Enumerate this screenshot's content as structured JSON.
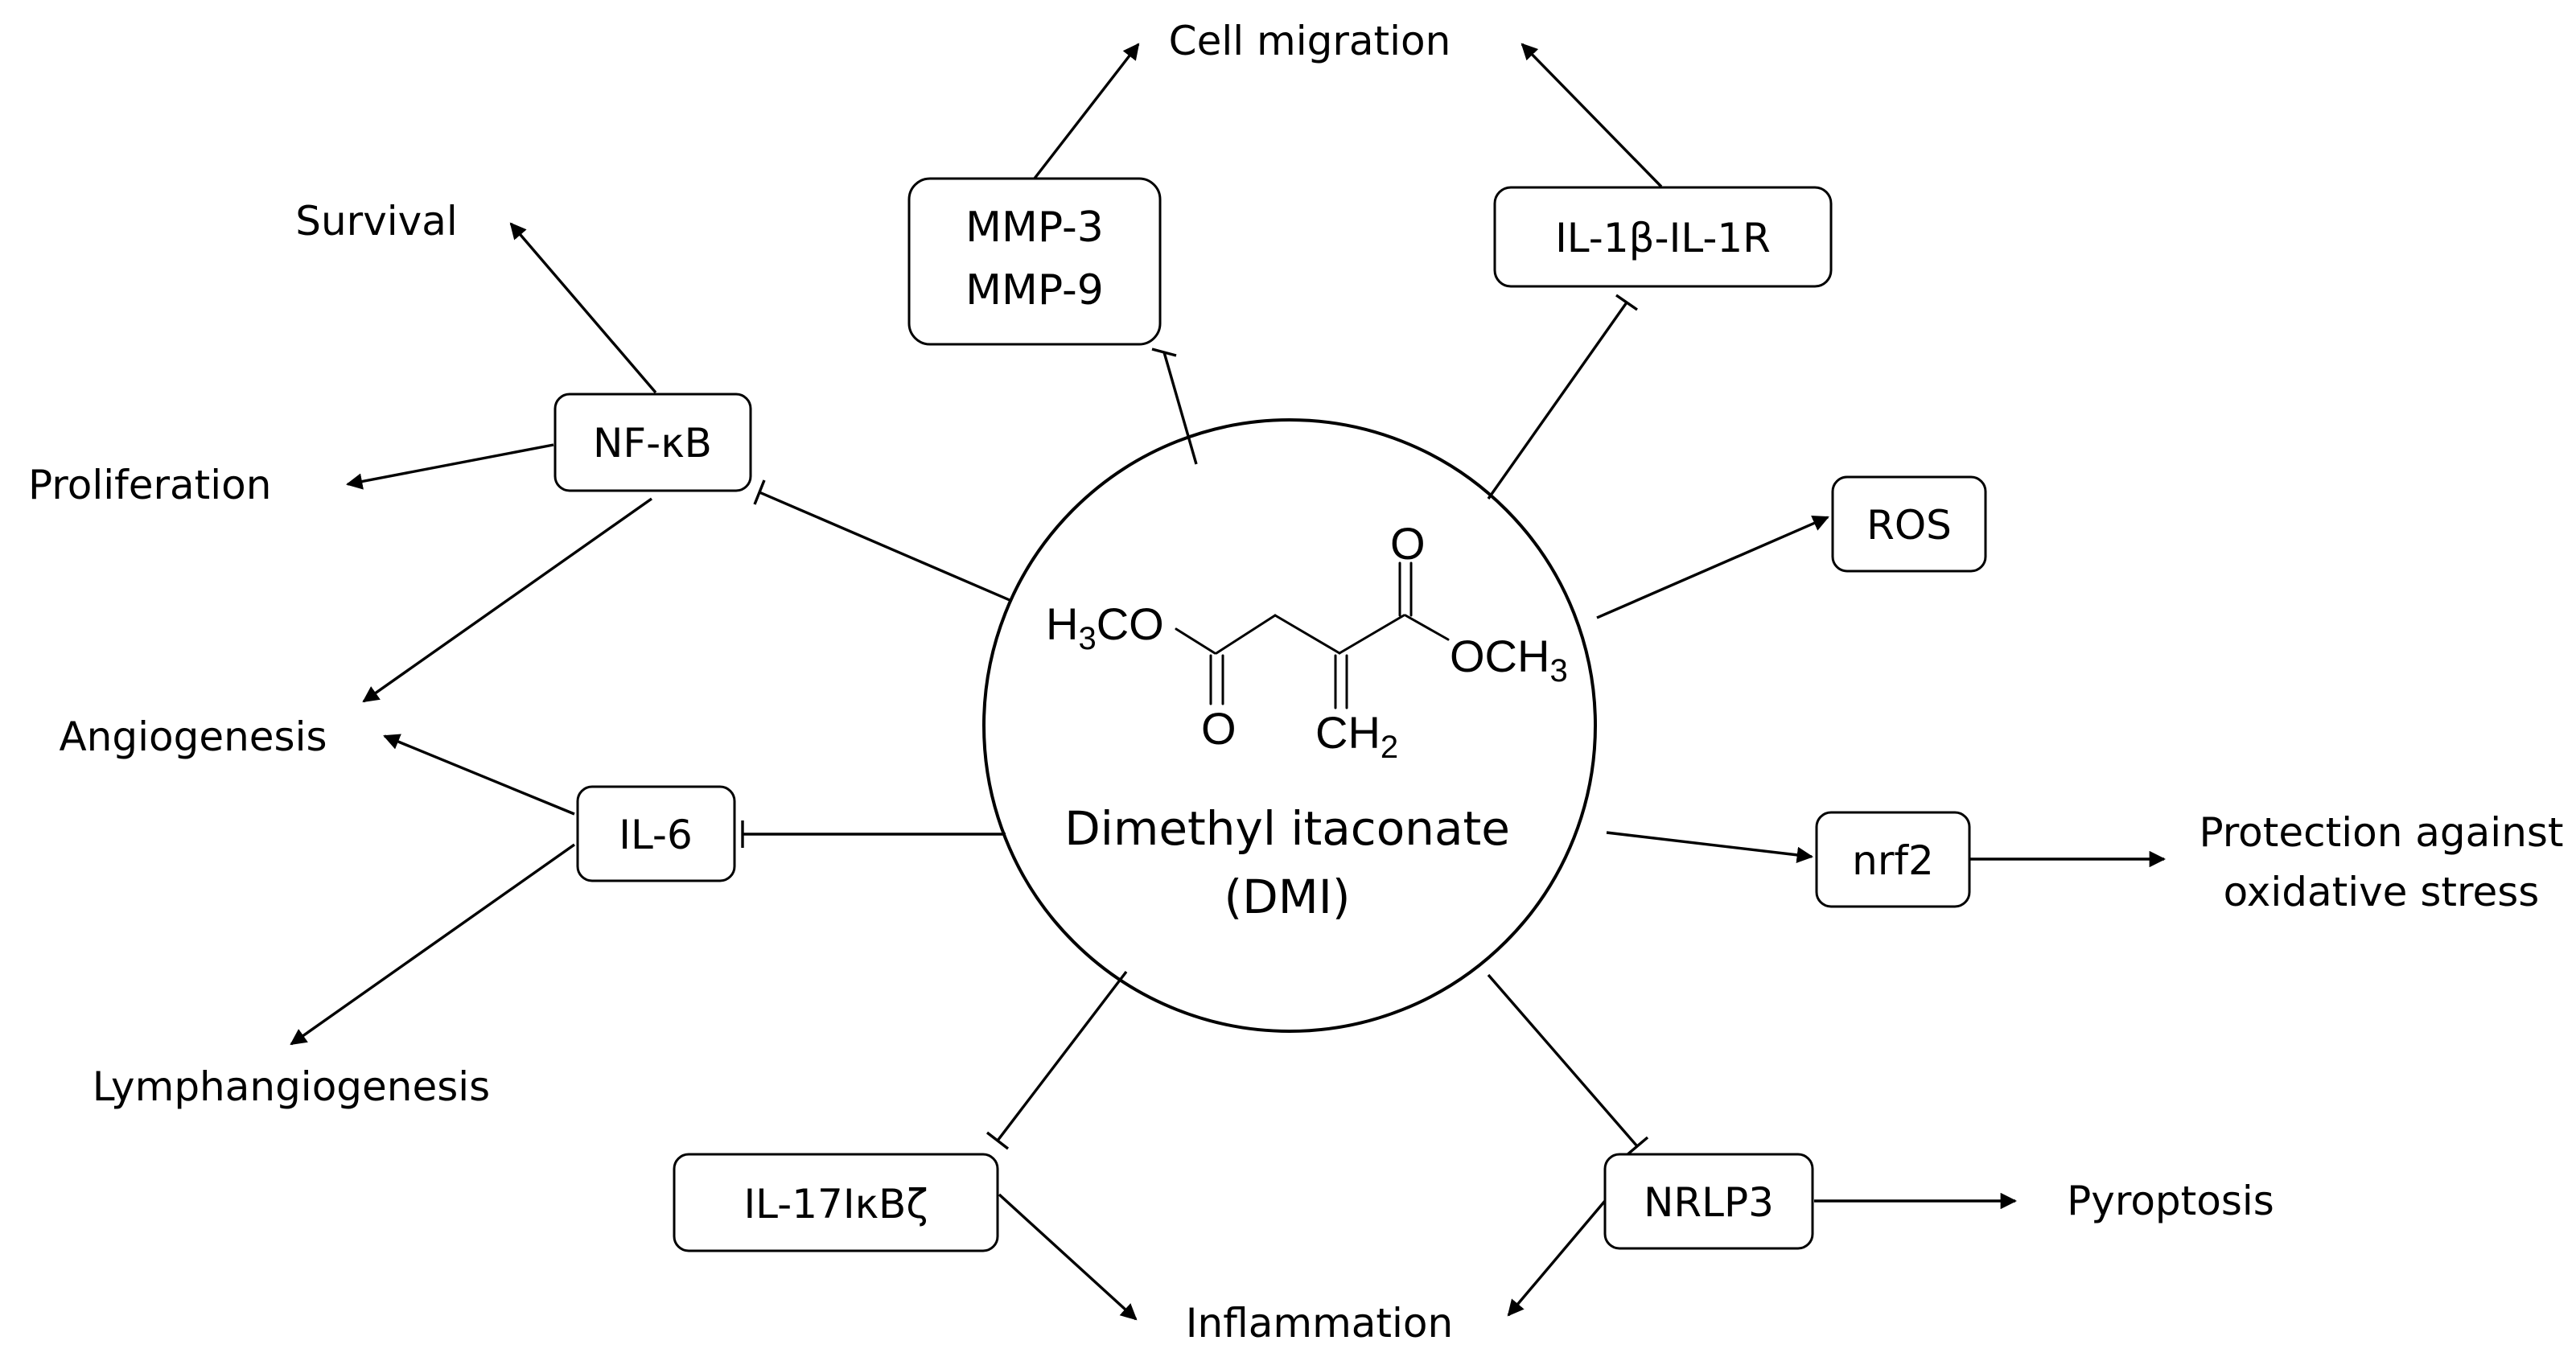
{
  "center": {
    "title_line1": "Dimethyl itaconate",
    "title_line2": "(DMI)"
  },
  "structure": {
    "left_group": "H3CO",
    "right_group": "OCH3",
    "carbonyl_left": "O",
    "carbonyl_right": "O",
    "methylene": "CH2",
    "subscript_3": "3",
    "subscript_2": "2"
  },
  "nodes": {
    "mmp_line1": "MMP-3",
    "mmp_line2": "MMP-9",
    "il1": "IL-1β-IL-1R",
    "nfkb": "NF-κB",
    "ros": "ROS",
    "il6": "IL-6",
    "nrf2": "nrf2",
    "il17": "IL-17IκBζ",
    "nrlp3": "NRLP3"
  },
  "outcomes": {
    "cell_migration": "Cell migration",
    "survival": "Survival",
    "proliferation": "Proliferation",
    "angiogenesis": "Angiogenesis",
    "lymphangiogenesis": "Lymphangiogenesis",
    "protection_line1": "Protection against",
    "protection_line2": "oxidative stress",
    "pyroptosis": "Pyroptosis",
    "inflammation": "Inflammation"
  },
  "colors": {
    "line": "#000000",
    "box_fill": "#ffffff",
    "background": "#ffffff"
  }
}
